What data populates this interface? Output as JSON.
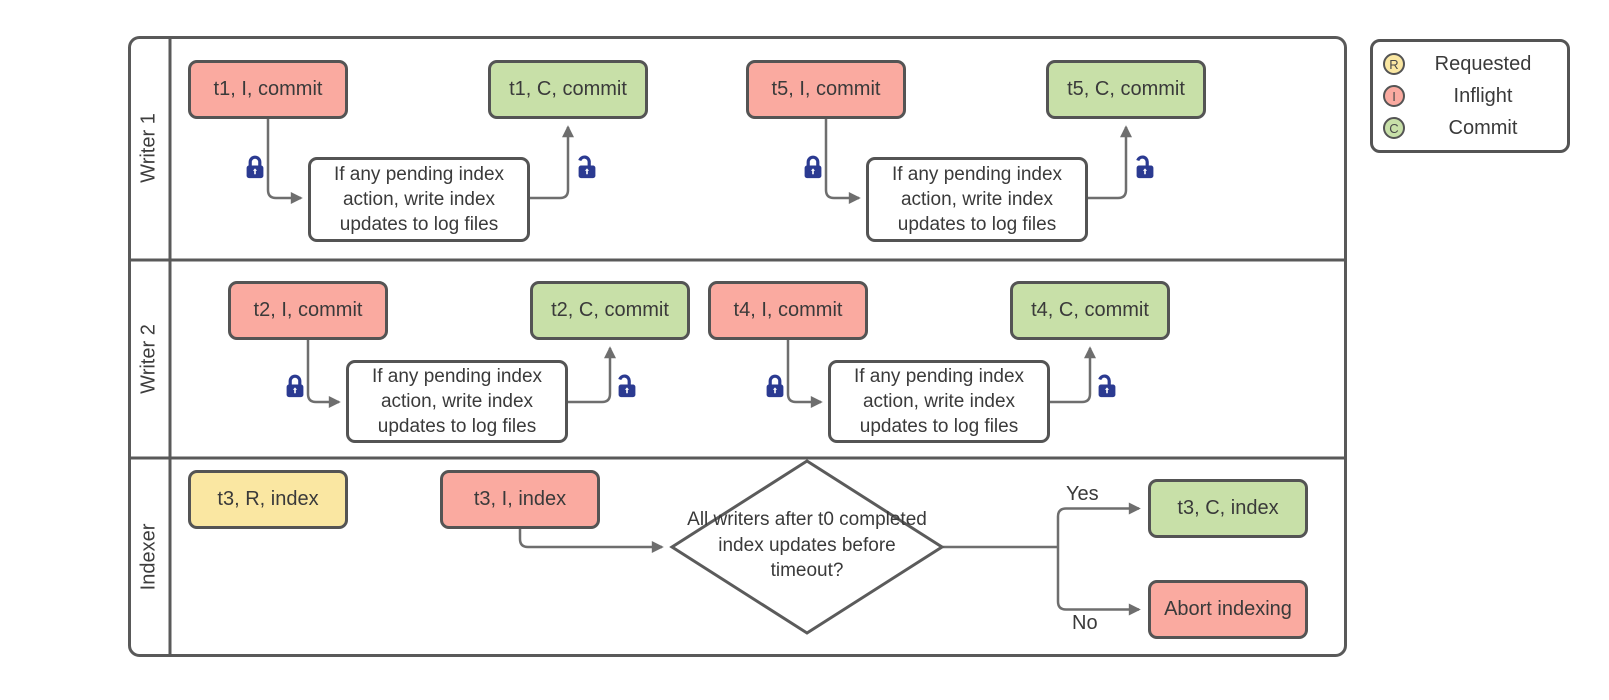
{
  "legend": {
    "items": [
      {
        "letter": "R",
        "label": "Requested"
      },
      {
        "letter": "I",
        "label": "Inflight"
      },
      {
        "letter": "C",
        "label": "Commit"
      }
    ]
  },
  "lanes": [
    {
      "label": "Writer 1"
    },
    {
      "label": "Writer 2"
    },
    {
      "label": "Indexer"
    }
  ],
  "writer1": {
    "groups": [
      {
        "start": "t1, I, commit",
        "process": "If any pending index action, write index updates to log files",
        "end": "t1, C, commit"
      },
      {
        "start": "t5, I, commit",
        "process": "If any pending index action, write index updates to log files",
        "end": "t5, C, commit"
      }
    ]
  },
  "writer2": {
    "groups": [
      {
        "start": "t2, I, commit",
        "process": "If any pending index action, write index updates to log files",
        "end": "t2, C, commit"
      },
      {
        "start": "t4, I, commit",
        "process": "If any pending index action, write index updates to log files",
        "end": "t4, C, commit"
      }
    ]
  },
  "indexer": {
    "requested": "t3, R, index",
    "inflight": "t3, I, index",
    "decision": "All writers after t0 completed index updates before timeout?",
    "yes_label": "Yes",
    "no_label": "No",
    "commit": "t3, C, index",
    "abort": "Abort indexing"
  },
  "colors": {
    "requested_fill": "#fae7a2",
    "inflight_fill": "#faaaa0",
    "commit_fill": "#c8e0a8",
    "shape_border": "#545454",
    "connector": "#6e6e6e",
    "lock": "#2b3a91"
  }
}
